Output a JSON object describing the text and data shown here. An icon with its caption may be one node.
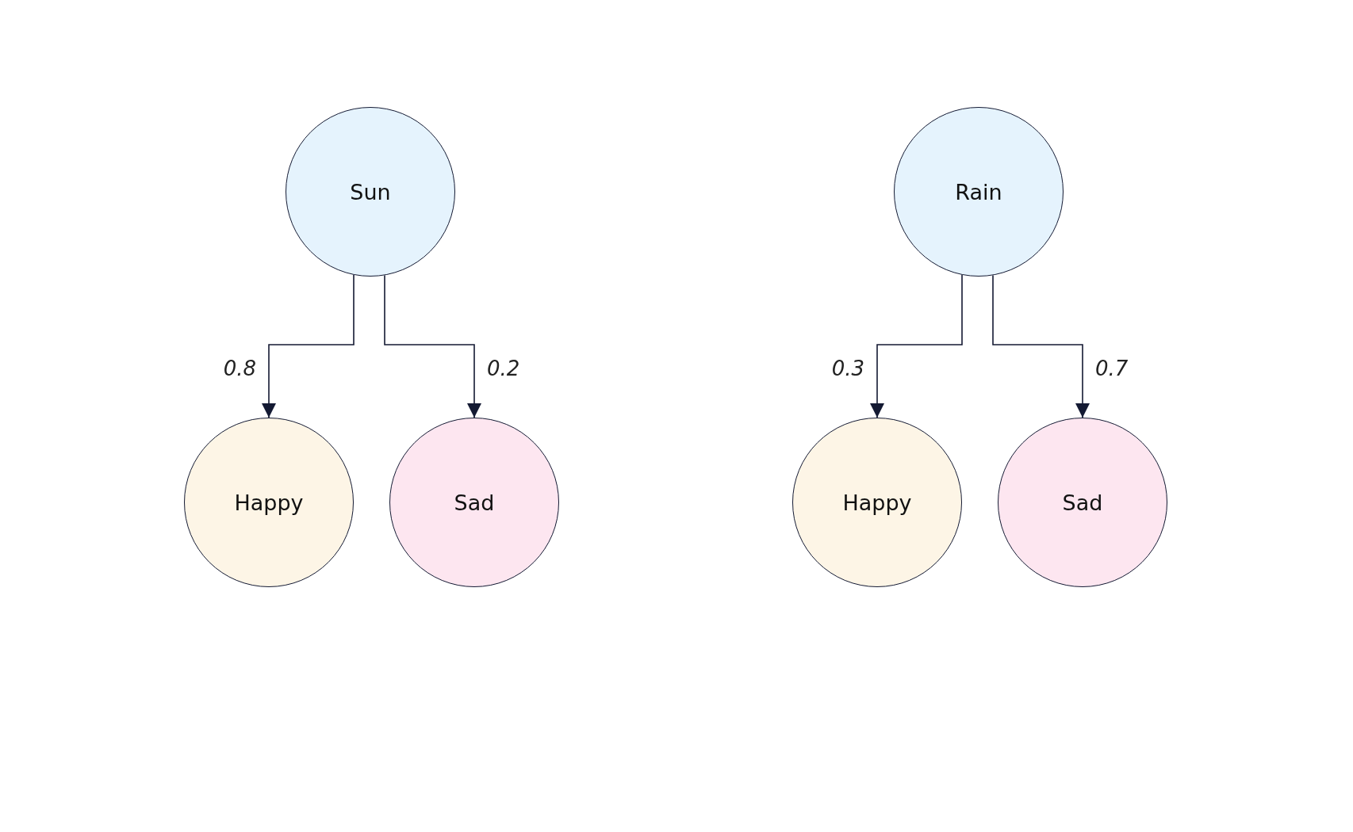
{
  "diagram": {
    "nodes": [
      {
        "text": [
          "Sun"
        ]
      },
      {
        "text": [
          "Happy"
        ]
      },
      {
        "text": [
          "Sad"
        ]
      },
      {
        "text": [
          "Rain"
        ]
      },
      {
        "text": [
          "Happy"
        ]
      },
      {
        "text": [
          "Sad"
        ]
      }
    ],
    "edges": [
      {
        "from": 0,
        "to": 1,
        "arrow": "to",
        "label": "0.8"
      },
      {
        "from": 0,
        "to": 2,
        "arrow": "to",
        "label": "0.2"
      },
      {
        "from": 3,
        "to": 4,
        "arrow": "to",
        "label": "0.3"
      },
      {
        "from": 3,
        "to": 5,
        "arrow": "to",
        "label": "0.7"
      }
    ]
  }
}
